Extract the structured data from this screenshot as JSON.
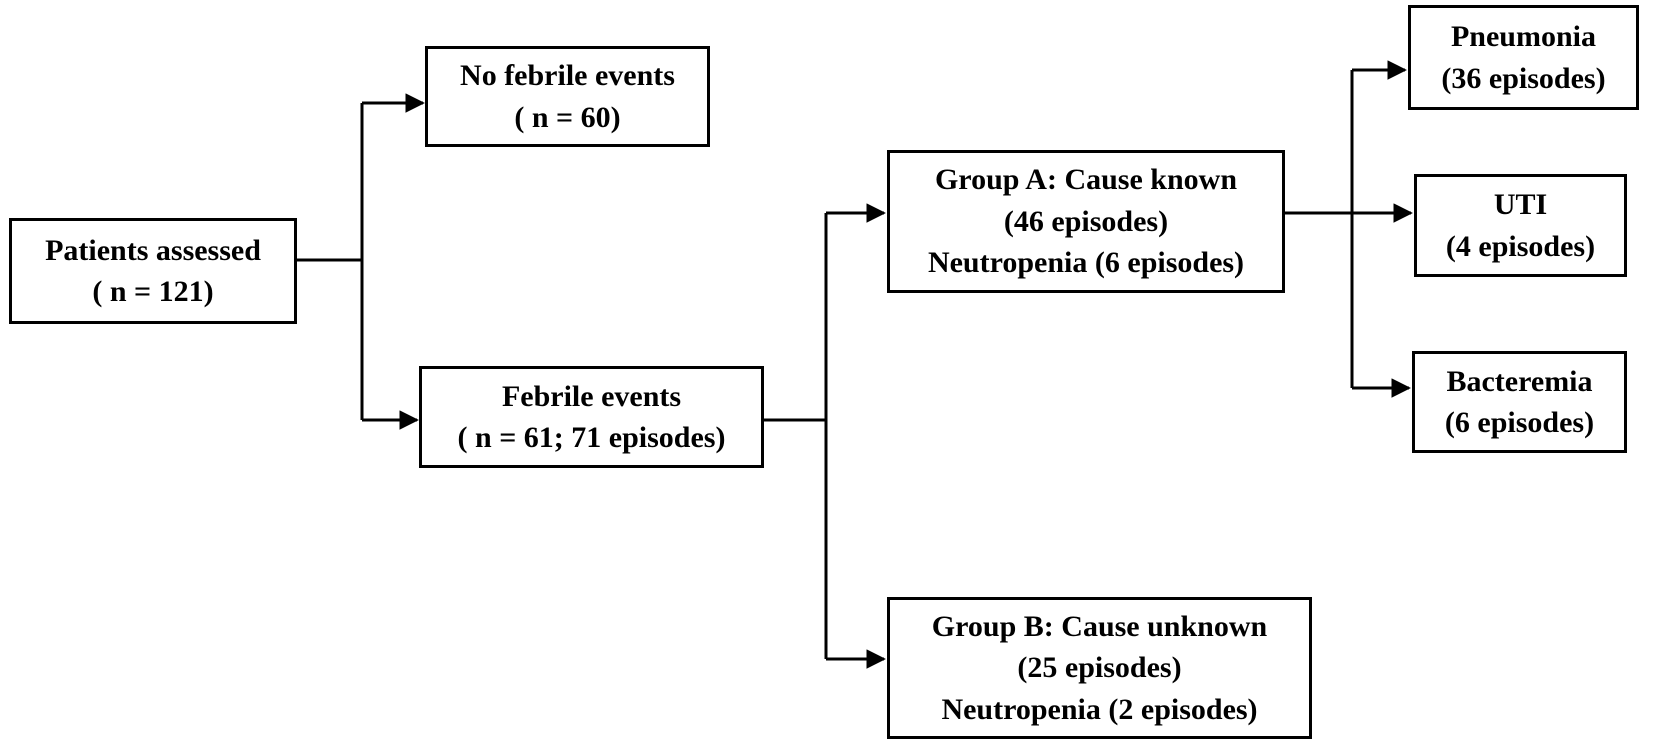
{
  "diagram": {
    "type": "flowchart",
    "background_color": "#ffffff",
    "line_color": "#000000",
    "nodes": {
      "patients_assessed": {
        "lines": [
          "Patients assessed",
          "( n = 121)"
        ]
      },
      "no_febrile_events": {
        "lines": [
          "No febrile events",
          "( n = 60)"
        ]
      },
      "febrile_events": {
        "lines": [
          "Febrile events",
          "( n = 61; 71 episodes)"
        ]
      },
      "group_a": {
        "lines": [
          "Group A: Cause known",
          "(46 episodes)",
          "Neutropenia (6 episodes)"
        ]
      },
      "group_b": {
        "lines": [
          "Group B: Cause unknown",
          "(25 episodes)",
          "Neutropenia (2 episodes)"
        ]
      },
      "pneumonia": {
        "lines": [
          "Pneumonia",
          "(36 episodes)"
        ]
      },
      "uti": {
        "lines": [
          "UTI",
          "(4 episodes)"
        ]
      },
      "bacteremia": {
        "lines": [
          "Bacteremia",
          "(6 episodes)"
        ]
      }
    },
    "edges": [
      {
        "from": "patients_assessed",
        "to": "no_febrile_events"
      },
      {
        "from": "patients_assessed",
        "to": "febrile_events"
      },
      {
        "from": "febrile_events",
        "to": "group_a"
      },
      {
        "from": "febrile_events",
        "to": "group_b"
      },
      {
        "from": "group_a",
        "to": "pneumonia"
      },
      {
        "from": "group_a",
        "to": "uti"
      },
      {
        "from": "group_a",
        "to": "bacteremia"
      }
    ]
  }
}
